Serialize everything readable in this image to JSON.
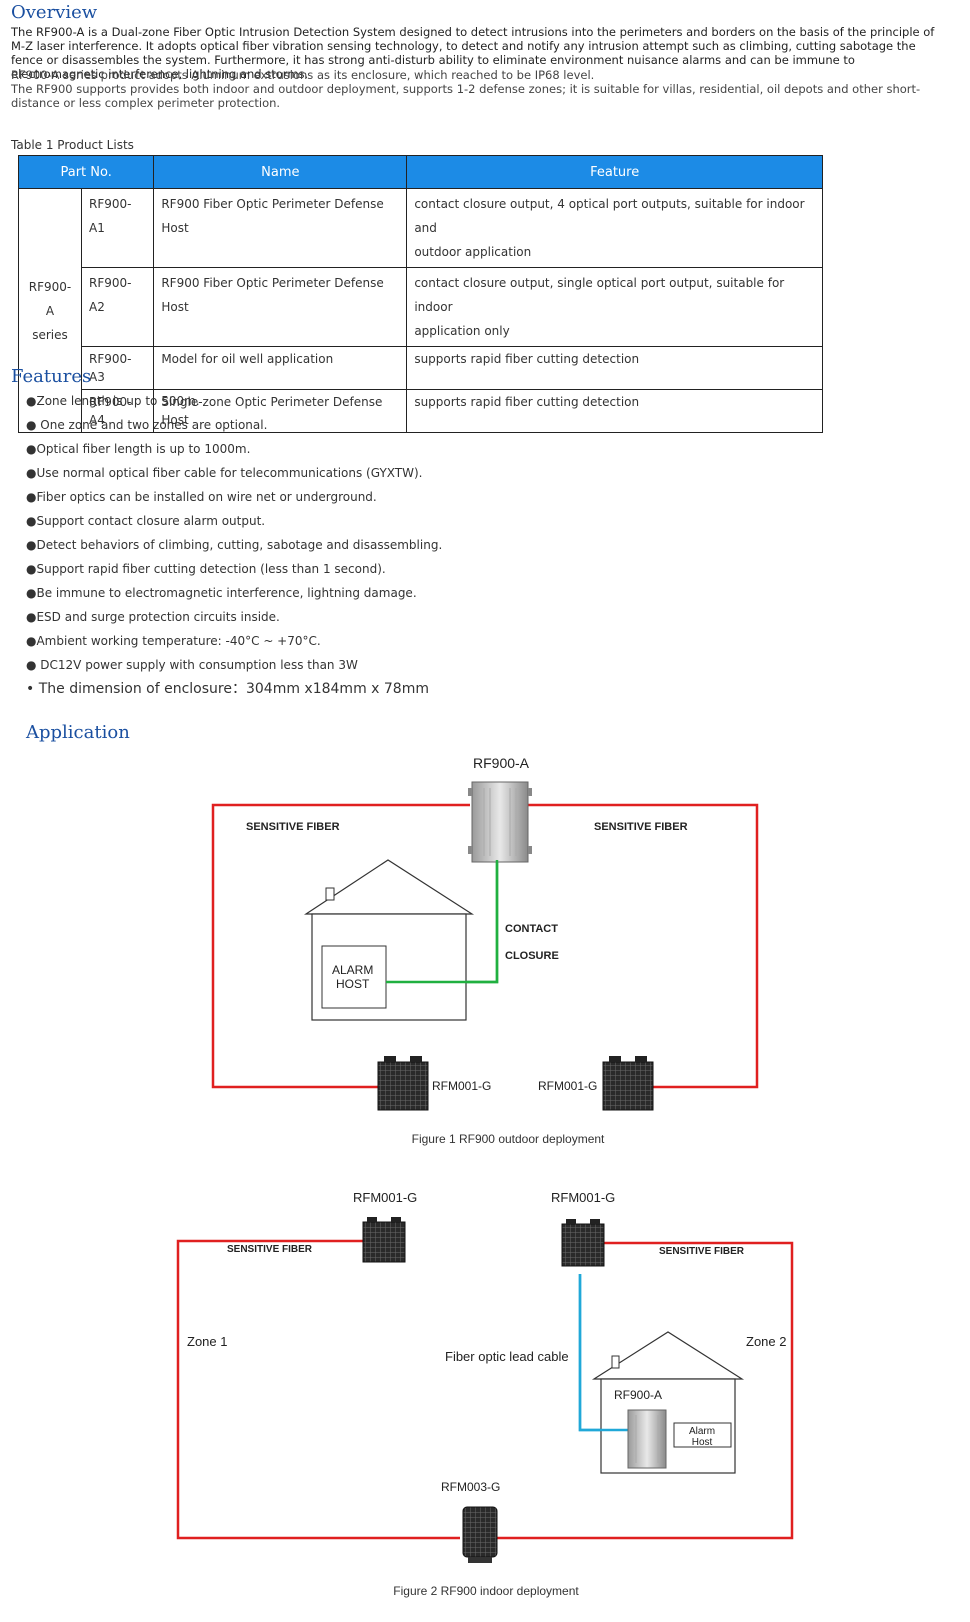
{
  "overview": {
    "heading": "Overview",
    "para1": "The RF900-A is a Dual-zone Fiber Optic Intrusion Detection System designed to detect intrusions into the perimeters and borders on the basis of the principle of M-Z laser interference. It adopts optical fiber vibration sensing technology, to detect and notify any intrusion attempt such as climbing, cutting sabotage the fence or disassembles the system. Furthermore, it has strong anti-disturb ability to eliminate environment nuisance alarms and can be immune to electromagnetic interference, lightning and storms.",
    "para2": "RF900-A series product adopts Aluminum extrusions as its enclosure, which reached to be IP68 level.",
    "para3": "The RF900 supports provides both indoor and outdoor deployment, supports 1-2 defense zones; it is suitable for villas, residential, oil depots and other short-distance or less complex perimeter protection."
  },
  "table": {
    "caption": "Table 1 Product Lists",
    "headers": [
      "Part No.",
      "Name",
      "Feature"
    ],
    "series_label_line1": "RF900-A",
    "series_label_line2": "series",
    "rows": [
      {
        "part": "RF900-A1",
        "name": "RF900 Fiber Optic Perimeter Defense Host",
        "feature_line1": "contact closure output, 4 optical port outputs, suitable for indoor and",
        "feature_line2": "outdoor application"
      },
      {
        "part": "RF900-A2",
        "name": "RF900 Fiber Optic Perimeter Defense Host",
        "feature_line1": "contact closure output, single optical port output, suitable for indoor",
        "feature_line2": "application only"
      },
      {
        "part": "RF900-A3",
        "name": "Model for oil well application",
        "feature_line1": "supports rapid fiber cutting detection"
      },
      {
        "part": "RF900-A4",
        "name": "Single-zone Optic Perimeter Defense Host",
        "feature_line1": "supports rapid fiber cutting detection"
      }
    ]
  },
  "features": {
    "heading": "Features",
    "items": [
      "●Zone length is up to 500m.",
      "● One zone and two zones are optional.",
      "●Optical fiber length is up to 1000m.",
      "●Use normal optical fiber cable for telecommunications (GYXTW).",
      "●Fiber optics can be installed on wire net or underground.",
      "●Support contact closure alarm output.",
      "●Detect behaviors of climbing, cutting, sabotage and disassembling.",
      "●Support rapid fiber cutting detection (less than 1 second).",
      "●Be immune to electromagnetic interference, lightning damage.",
      "●ESD and surge protection circuits inside.",
      "●Ambient working temperature: -40°C ~ +70°C.",
      "● DC12V power supply with consumption less than 3W",
      "• The dimension of enclosure：304mm x184mm x 78mm"
    ]
  },
  "application": {
    "heading": "Application",
    "fig1": {
      "host_label": "RF900-A",
      "fiber_left": "SENSITIVE  FIBER",
      "fiber_right": "SENSITIVE  FIBER",
      "contact_line1": "CONTACT",
      "contact_line2": "CLOSURE",
      "alarm_line1": "ALARM",
      "alarm_line2": "HOST",
      "box_left": "RFM001-G",
      "box_right": "RFM001-G",
      "caption": "Figure 1 RF900 outdoor deployment"
    },
    "fig2": {
      "box_top_left": "RFM001-G",
      "box_top_right": "RFM001-G",
      "fiber_left": "SENSITIVE  FIBER",
      "fiber_right": "SENSITIVE  FIBER",
      "zone1": "Zone 1",
      "zone2": "Zone 2",
      "lead_cable": "Fiber optic lead cable",
      "host_label": "RF900-A",
      "alarm_line1": "Alarm",
      "alarm_line2": "Host",
      "box_bottom": "RFM003-G",
      "caption": "Figure 2 RF900 indoor deployment"
    },
    "colors": {
      "fiber": "#e02020",
      "contact": "#20b040",
      "lead": "#20a8d8"
    }
  }
}
